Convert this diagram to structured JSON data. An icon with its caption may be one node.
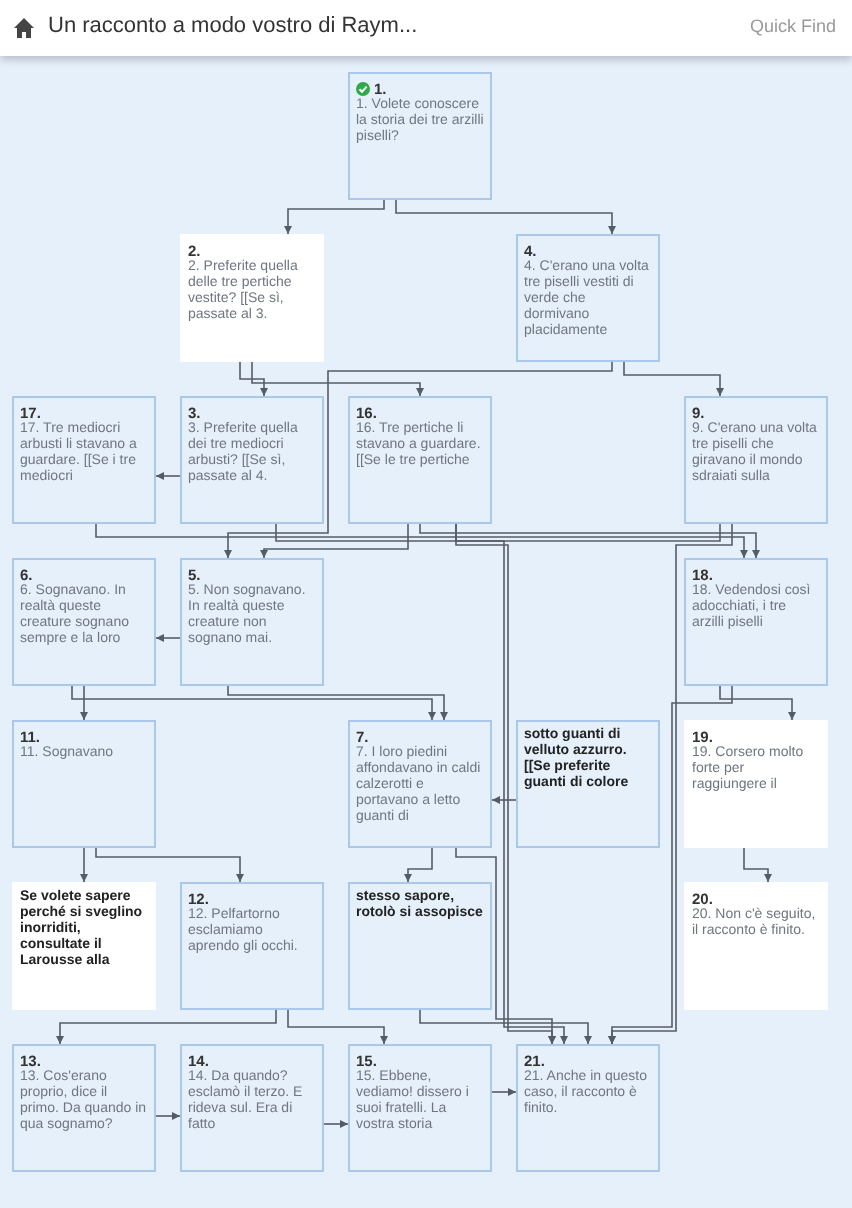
{
  "diagram": {
    "title": "Un racconto a modo vostro di Raym...",
    "nodes": [
      {
        "text": [
          "1.",
          "1. Volete conoscere la storia dei tre arzilli piselli?"
        ]
      },
      {
        "text": [
          "2.",
          "2. Preferite quella delle tre pertiche vestite? [[Se sì, passate al 3."
        ]
      },
      {
        "text": [
          "3.",
          "3. Preferite quella dei tre mediocri arbusti? [[Se sì, passate al 4."
        ]
      },
      {
        "text": [
          "4.",
          "4. C'erano una volta tre piselli vestiti di verde che dormivano placidamente"
        ]
      },
      {
        "text": [
          "9.",
          "9. C'erano una volta tre piselli che giravano il mondo sdraiati sulla"
        ]
      },
      {
        "text": [
          "16.",
          "16. Tre pertiche li stavano a guardare. [[Se le tre pertiche"
        ]
      },
      {
        "text": [
          "17.",
          "17. Tre mediocri arbusti li stavano a guardare. [[Se i tre mediocri"
        ]
      },
      {
        "text": [
          "5.",
          "5. Non sognavano. In realtà queste creature non sognano mai."
        ]
      },
      {
        "text": [
          "6.",
          "6. Sognavano. In realtà queste creature sognano sempre e la loro"
        ]
      },
      {
        "text": [
          "7.",
          "7. I loro piedini affondavano in caldi calzerotti e portavano a letto guanti di"
        ]
      },
      {
        "text": [
          "18.",
          "18. Vedendosi così adocchiati, i tre arzilli piselli"
        ]
      },
      {
        "text": [
          "19.",
          "19. Corsero molto forte per raggiungere il"
        ]
      },
      {
        "text": [
          "11.",
          "11. Sognavano"
        ]
      },
      {
        "text": [
          "stesso sapore, rotolò si assopisce"
        ]
      },
      {
        "text": [
          "sotto guanti di velluto azzurro. [[Se preferite guanti di colore"
        ]
      },
      {
        "text": [
          "20.",
          "20. Non c'è seguito, il racconto è finito."
        ]
      },
      {
        "text": [
          "Se volete sapere perché si sveglino inorriditi, consultate il Larousse alla"
        ]
      },
      {
        "text": [
          "12.",
          "12. Pelfartorno esclamiamo aprendo gli occhi."
        ]
      },
      {
        "text": [
          "21.",
          "21. Anche in questo caso, il racconto è finito."
        ]
      },
      {
        "text": [
          "13.",
          "13. Cos'erano proprio, dice il primo. Da quando in qua sognamo?"
        ]
      },
      {
        "text": [
          "15.",
          "15. Ebbene, vediamo! dissero i suoi fratelli. La vostra storia"
        ]
      },
      {
        "text": [
          "14.",
          "14. Da quando? esclamò il terzo. E rideva sul. Era di fatto"
        ]
      }
    ],
    "edges": [
      {
        "from": 0,
        "to": 1,
        "arrow": "to"
      },
      {
        "from": 0,
        "to": 3,
        "arrow": "to"
      },
      {
        "from": 1,
        "to": 2,
        "arrow": "to"
      },
      {
        "from": 1,
        "to": 5,
        "arrow": "to"
      },
      {
        "from": 2,
        "to": 6,
        "arrow": "to"
      },
      {
        "from": 3,
        "to": 7,
        "arrow": "to"
      },
      {
        "from": 3,
        "to": 4,
        "arrow": "to"
      },
      {
        "from": 4,
        "to": 5,
        "arrow": "none"
      },
      {
        "from": 4,
        "to": 18,
        "arrow": "to"
      },
      {
        "from": 5,
        "to": 7,
        "arrow": "to"
      },
      {
        "from": 5,
        "to": 10,
        "arrow": "to"
      },
      {
        "from": 6,
        "to": 10,
        "arrow": "to"
      },
      {
        "from": 2,
        "to": 18,
        "arrow": "to"
      },
      {
        "from": 5,
        "to": 18,
        "arrow": "to"
      },
      {
        "from": 7,
        "to": 8,
        "arrow": "to"
      },
      {
        "from": 7,
        "to": 9,
        "arrow": "to"
      },
      {
        "from": 8,
        "to": 9,
        "arrow": "to"
      },
      {
        "from": 8,
        "to": 12,
        "arrow": "to"
      },
      {
        "from": 9,
        "to": 13,
        "arrow": "to"
      },
      {
        "from": 14,
        "to": 9,
        "arrow": "to"
      },
      {
        "from": 9,
        "to": 18,
        "arrow": "to"
      },
      {
        "from": 10,
        "to": 11,
        "arrow": "to"
      },
      {
        "from": 10,
        "to": 18,
        "arrow": "to"
      },
      {
        "from": 11,
        "to": 15,
        "arrow": "to"
      },
      {
        "from": 12,
        "to": 16,
        "arrow": "to"
      },
      {
        "from": 12,
        "to": 17,
        "arrow": "to"
      },
      {
        "from": 17,
        "to": 19,
        "arrow": "to"
      },
      {
        "from": 17,
        "to": 20,
        "arrow": "to"
      },
      {
        "from": 19,
        "to": 21,
        "arrow": "to"
      },
      {
        "from": 21,
        "to": 20,
        "arrow": "to"
      },
      {
        "from": 20,
        "to": 18,
        "arrow": "to"
      },
      {
        "from": 13,
        "to": 18,
        "arrow": "to"
      }
    ],
    "labels": [
      "Quick Find"
    ]
  }
}
